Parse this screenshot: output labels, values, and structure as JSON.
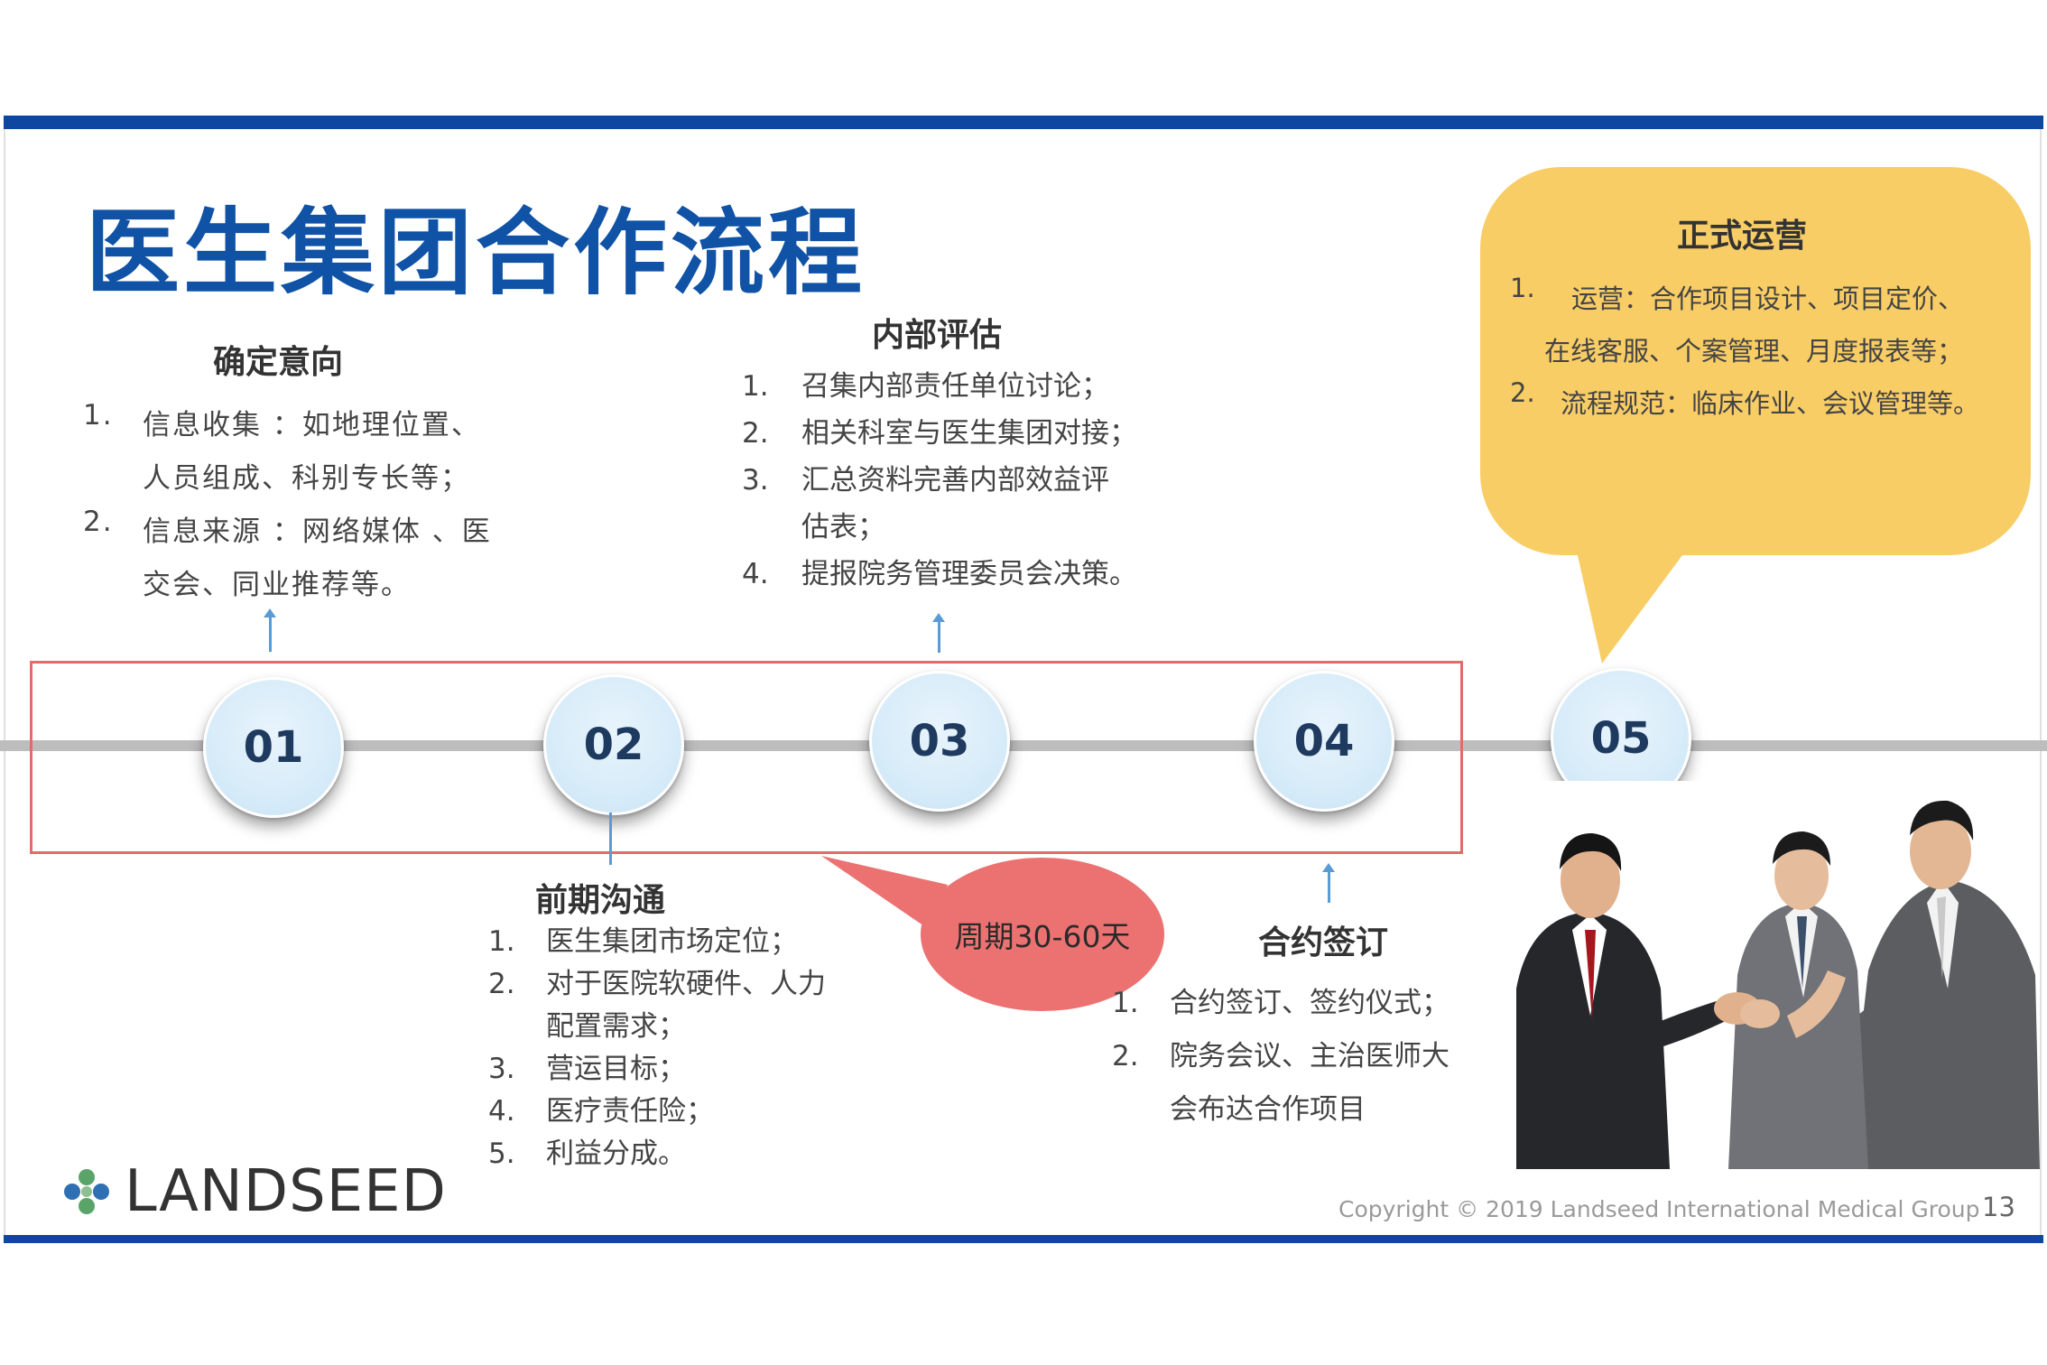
{
  "title": "医生集团合作流程",
  "stages": [
    {
      "num": "01",
      "heading": "确定意向",
      "items": [
        {
          "n": "1.",
          "lines": [
            "信息收集 ：如地理位置、",
            "人员组成、科别专长等；"
          ]
        },
        {
          "n": "2.",
          "lines": [
            "信息来源 ：网络媒体 、医",
            "交会、同业推荐等。"
          ]
        }
      ]
    },
    {
      "num": "02",
      "heading": "前期沟通",
      "items": [
        {
          "n": "1.",
          "lines": [
            "医生集团市场定位；"
          ]
        },
        {
          "n": "2.",
          "lines": [
            "对于医院软硬件、人力",
            "配置需求；"
          ]
        },
        {
          "n": "3.",
          "lines": [
            "营运目标；"
          ]
        },
        {
          "n": "4.",
          "lines": [
            "医疗责任险；"
          ]
        },
        {
          "n": "5.",
          "lines": [
            "利益分成。"
          ]
        }
      ]
    },
    {
      "num": "03",
      "heading": "内部评估",
      "items": [
        {
          "n": "1.",
          "lines": [
            "召集内部责任单位讨论；"
          ]
        },
        {
          "n": "2.",
          "lines": [
            "相关科室与医生集团对接；"
          ]
        },
        {
          "n": "3.",
          "lines": [
            "汇总资料完善内部效益评",
            "估表；"
          ]
        },
        {
          "n": "4.",
          "lines": [
            "提报院务管理委员会决策。"
          ]
        }
      ]
    },
    {
      "num": "04",
      "heading": "合约签订",
      "items": [
        {
          "n": "1.",
          "lines": [
            "合约签订、签约仪式；"
          ]
        },
        {
          "n": "2.",
          "lines": [
            "院务会议、主治医师大",
            "会布达合作项目"
          ]
        }
      ]
    },
    {
      "num": "05",
      "heading": "正式运营",
      "items": [
        {
          "n": "1.",
          "lines": [
            "运营：合作项目设计、项目定价、",
            "在线客服、个案管理、月度报表等；"
          ]
        },
        {
          "n": "2.",
          "lines": [
            "流程规范：临床作业、会议管理等。"
          ]
        }
      ]
    }
  ],
  "cycle_label": "周期30-60天",
  "logo_text": "LANDSEED",
  "copyright": "Copyright © 2019 Landseed International Medical Group",
  "page_number": "13",
  "colors": {
    "title_blue": "#1052a5",
    "bar_blue": "#0d47a1",
    "bubble_yellow": "#f8cd66",
    "bubble_red": "#ec7272",
    "frame_red": "#e06c6c",
    "arrow_blue": "#5b9bd5",
    "logo_green": "#5aa469",
    "logo_blue": "#2f6fb3"
  }
}
